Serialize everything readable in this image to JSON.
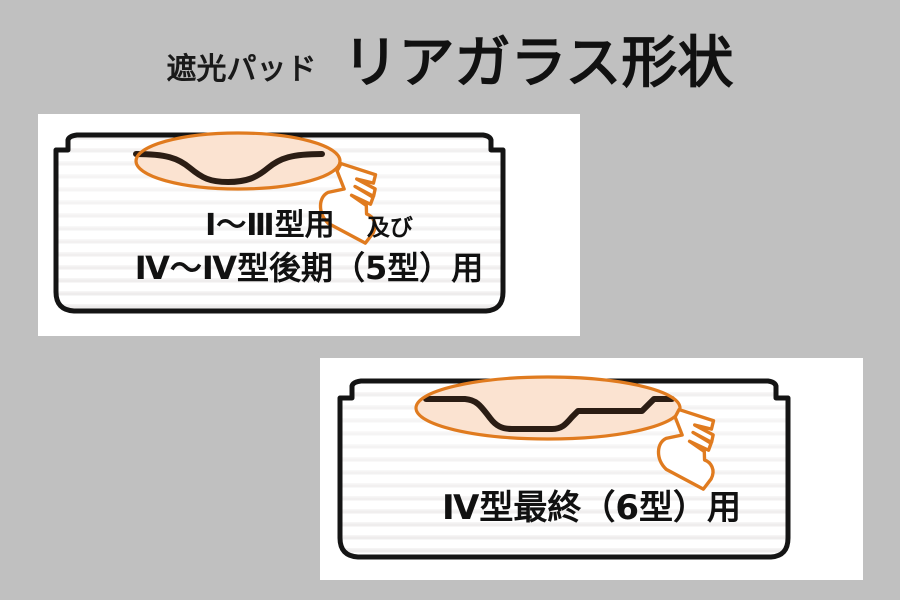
{
  "background_color": "#c0c0c0",
  "header": {
    "subtitle": "遮光パッド",
    "title": "リアガラス形状"
  },
  "colors": {
    "background": "#c0c0c0",
    "panel_background": "#ffffff",
    "outline_black": "#141414",
    "glass_line": "#2b1d14",
    "highlight_stroke": "#e07b1f",
    "highlight_fill": "#fbe3d1",
    "cursor_stroke": "#e07b1f",
    "stripe": "#eceaea",
    "text": "#111111"
  },
  "panels": [
    {
      "id": "panel-1",
      "name": "rear-glass-shape-type-1-to-5",
      "glass_profile": "smooth-curved-dip",
      "labels": [
        {
          "main": "Ⅰ～Ⅲ型用",
          "suffix": "及び"
        },
        {
          "main": "Ⅳ～Ⅳ型後期（5型）用",
          "suffix": ""
        }
      ],
      "highlight": {
        "shape": "ellipse",
        "annotation": "pointing-hand-cursor"
      }
    },
    {
      "id": "panel-2",
      "name": "rear-glass-shape-type-6",
      "glass_profile": "stepped-angular-plateau",
      "labels": [
        {
          "main": "Ⅳ型最終（6型）用",
          "suffix": ""
        }
      ],
      "highlight": {
        "shape": "ellipse",
        "annotation": "pointing-hand-cursor"
      }
    }
  ],
  "icons": {
    "cursor": "pointing-hand-icon",
    "highlight": "ellipse-highlight-icon"
  }
}
